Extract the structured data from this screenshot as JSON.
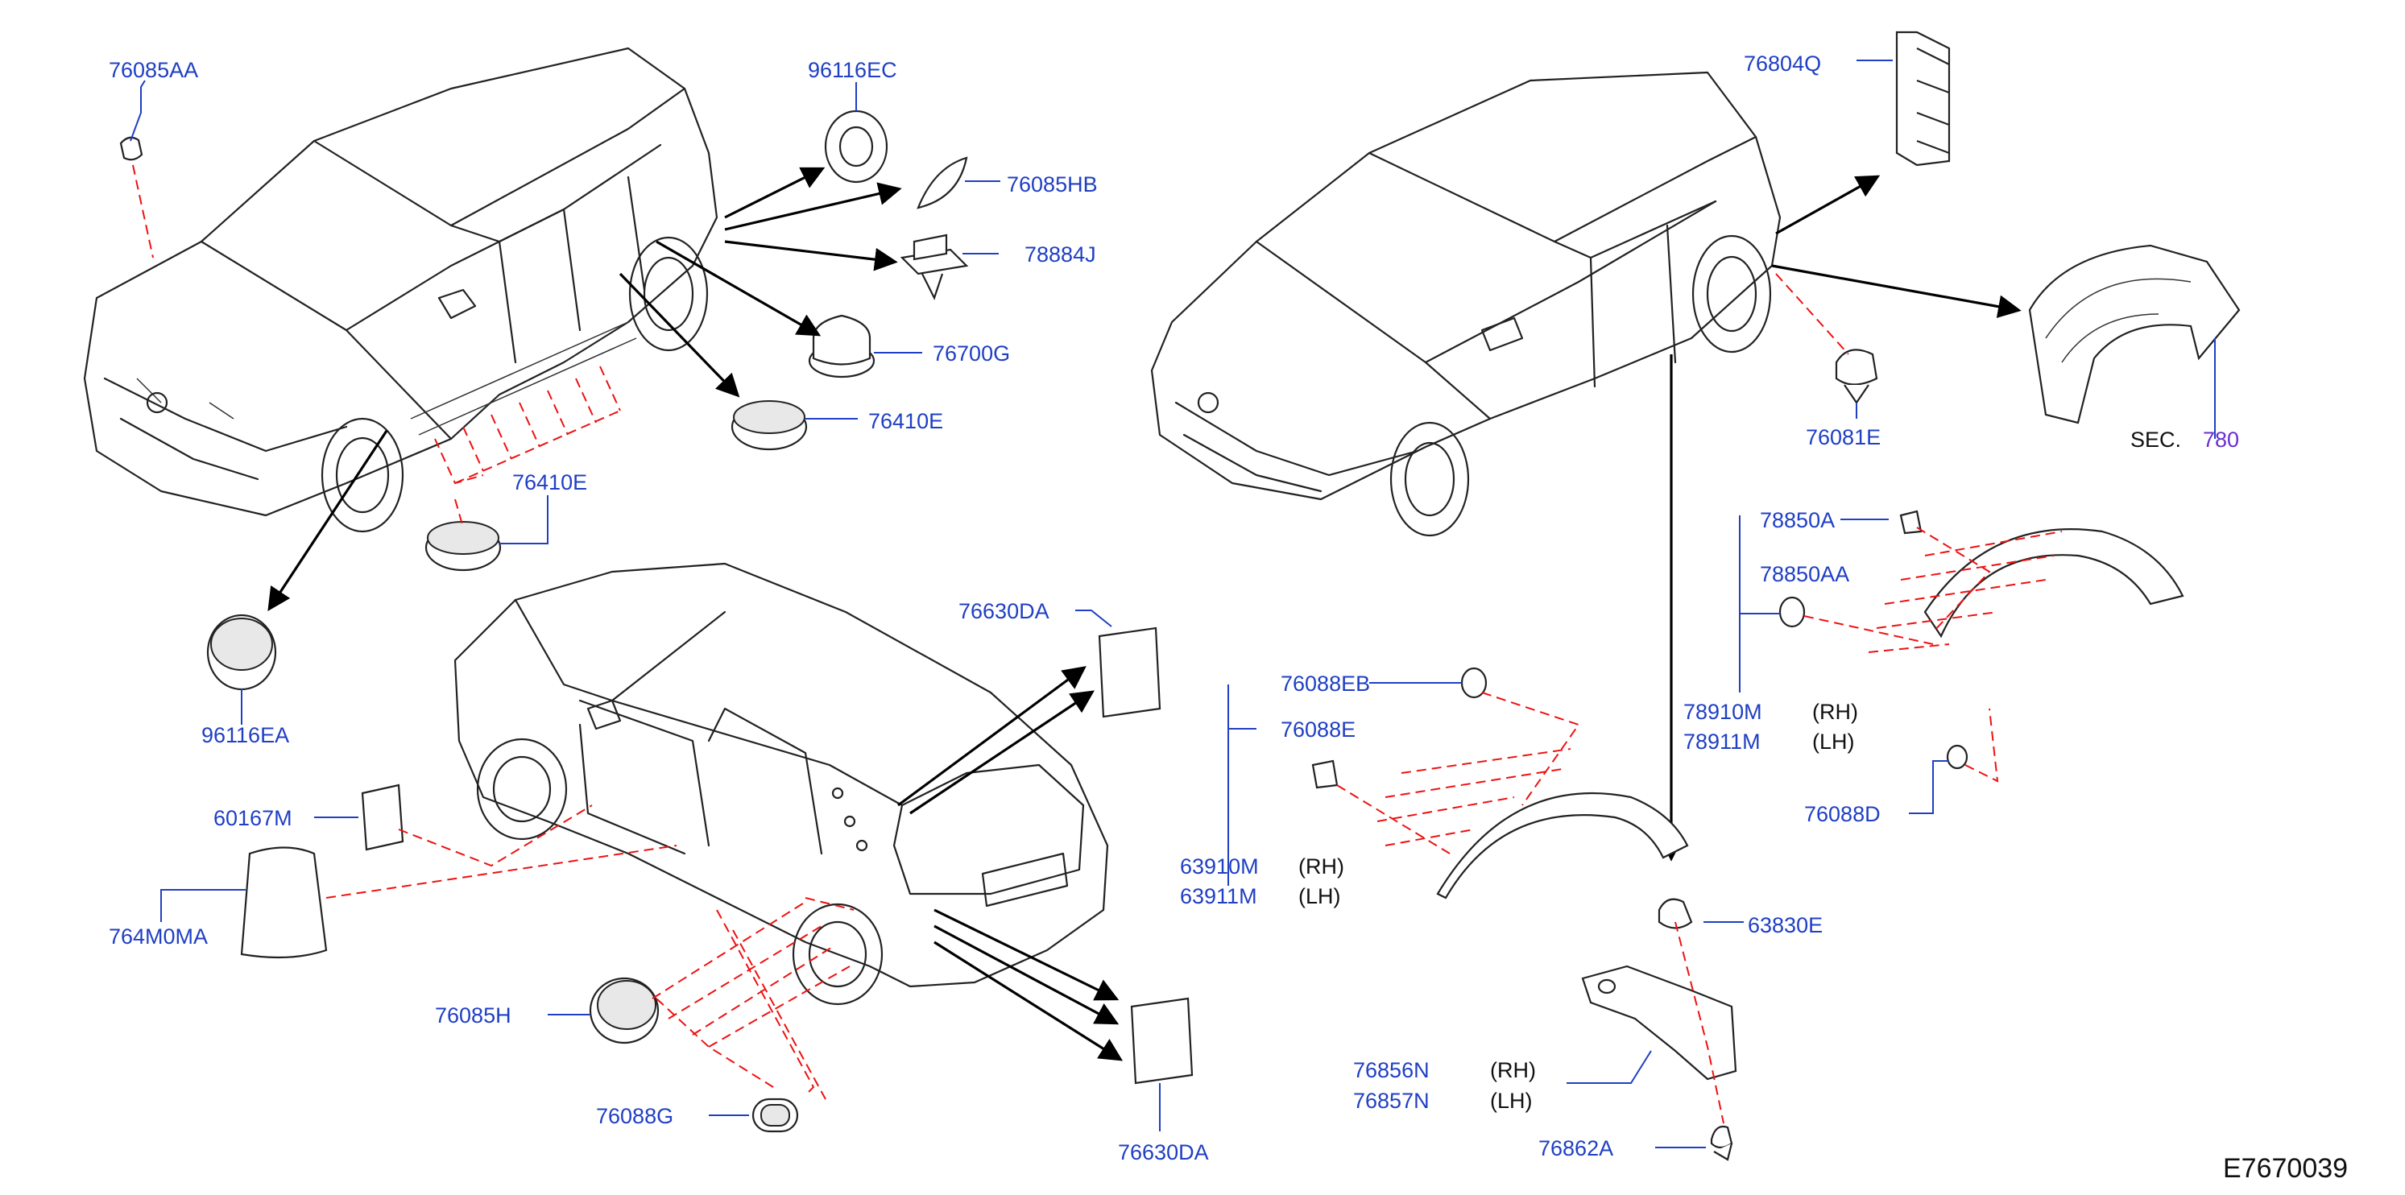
{
  "labels": {
    "p_76085AA": "76085AA",
    "p_96116EC": "96116EC",
    "p_76085HB": "76085HB",
    "p_78884J": "78884J",
    "p_76700G": "76700G",
    "p_76410E_a": "76410E",
    "p_76410E_b": "76410E",
    "p_96116EA": "96116EA",
    "p_76630DA_a": "76630DA",
    "p_76630DA_b": "76630DA",
    "p_60167M": "60167M",
    "p_764M0MA": "764M0MA",
    "p_76085H": "76085H",
    "p_76088G": "76088G",
    "p_76804Q": "76804Q",
    "p_76081E": "76081E",
    "sec_text": "SEC.",
    "sec_number": "780",
    "p_78850A": "78850A",
    "p_78850AA": "78850AA",
    "p_78910M": "78910M",
    "p_78911M": "78911M",
    "rh": "(RH)",
    "lh": "(LH)",
    "p_76088D": "76088D",
    "p_76088EB": "76088EB",
    "p_76088E": "76088E",
    "p_63910M": "63910M",
    "p_63911M": "63911M",
    "p_63830E": "63830E",
    "p_76856N": "76856N",
    "p_76857N": "76857N",
    "p_76862A": "76862A"
  },
  "diagram_code": "E7670039",
  "colors": {
    "part_label": "#1f3fc4",
    "section_ref": "#6a2fd1",
    "dashed_leader": "#e11111",
    "line_art": "#222222"
  }
}
